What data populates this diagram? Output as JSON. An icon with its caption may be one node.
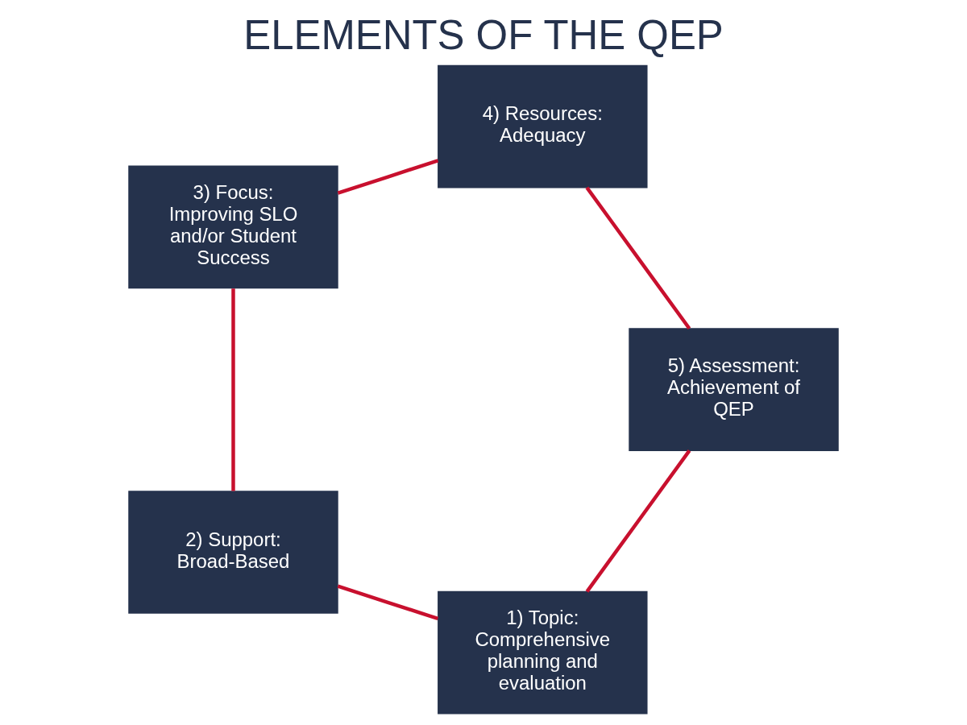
{
  "diagram": {
    "title": "ELEMENTS OF THE QEP",
    "nodes": [
      {
        "text": [
          "1) Topic: Comprehensive planning and evaluation"
        ]
      },
      {
        "text": [
          "2) Support: Broad-Based"
        ]
      },
      {
        "text": [
          "3) Focus: Improving SLO and/or Student Success"
        ]
      },
      {
        "text": [
          "4) Resources: Adequacy"
        ]
      },
      {
        "text": [
          "5) Assessment: Achievement of QEP"
        ]
      }
    ],
    "edges": [
      {
        "from": 0,
        "to": 1,
        "arrow": "none"
      },
      {
        "from": 1,
        "to": 2,
        "arrow": "none"
      },
      {
        "from": 2,
        "to": 3,
        "arrow": "none"
      },
      {
        "from": 3,
        "to": 4,
        "arrow": "none"
      },
      {
        "from": 4,
        "to": 0,
        "arrow": "none"
      }
    ]
  }
}
